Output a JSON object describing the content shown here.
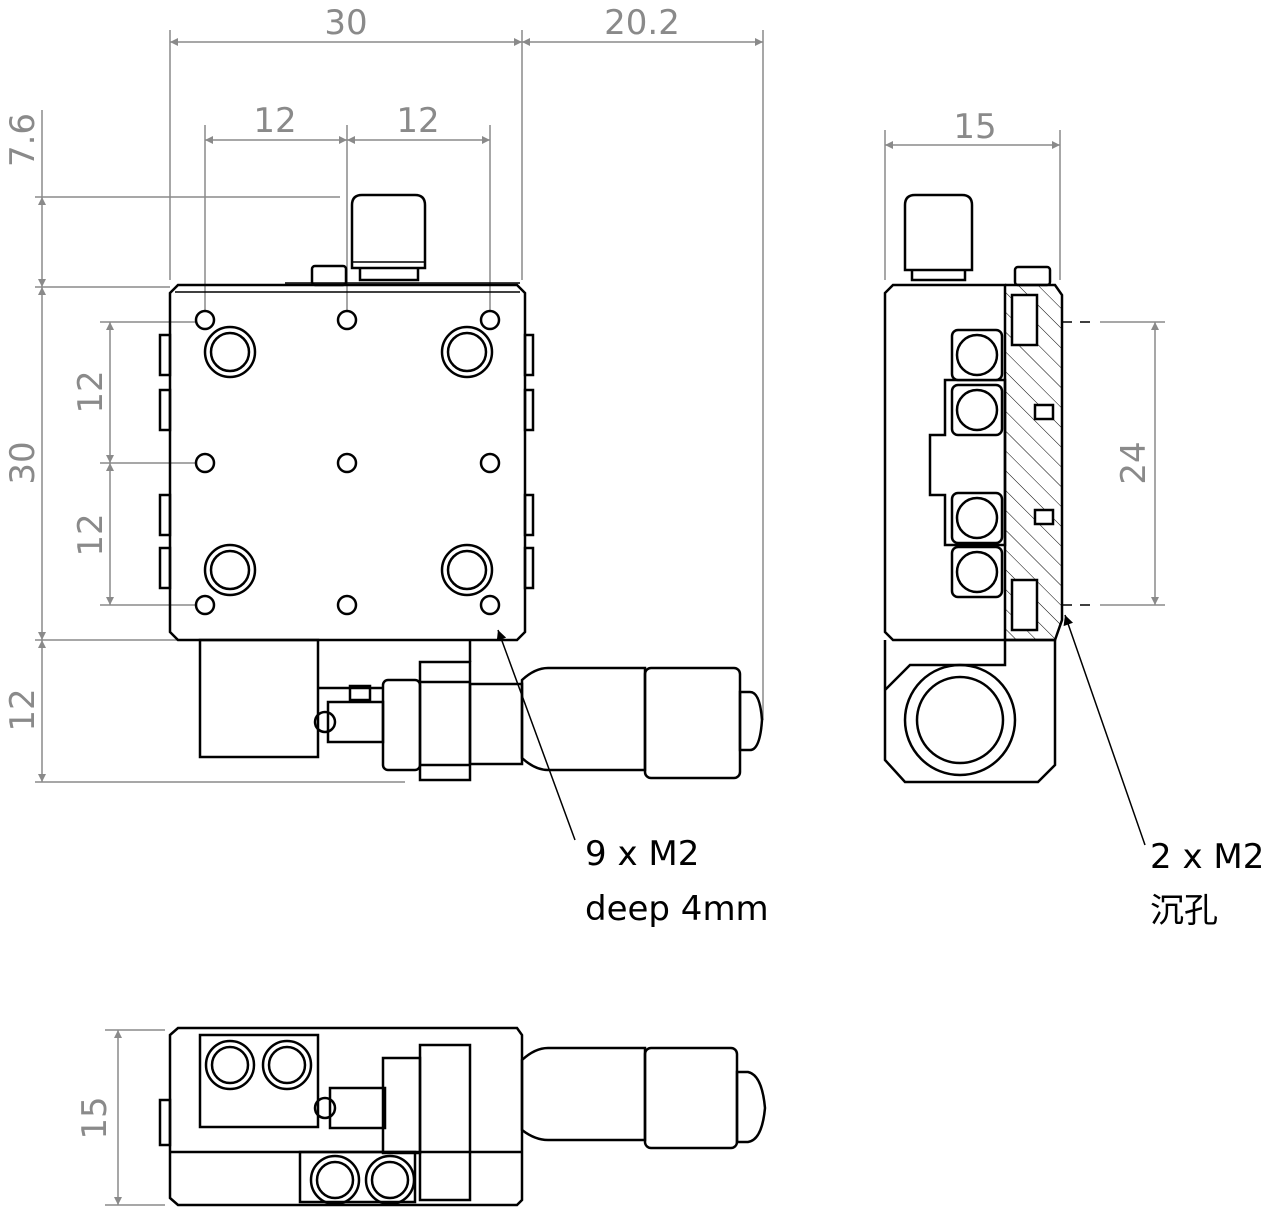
{
  "drawing": {
    "front_view": {
      "dims": {
        "width_top": "30",
        "micrometer_extent": "20.2",
        "hole_spacing_left": "12",
        "hole_spacing_right": "12",
        "knob_height": "7.6",
        "body_height": "30",
        "hole_spacing_upper": "12",
        "hole_spacing_lower": "12",
        "bottom_extent": "12"
      },
      "callout": {
        "line1": "9 x M2",
        "line2": "deep 4mm"
      }
    },
    "side_view": {
      "dims": {
        "depth": "15",
        "hole_spacing": "24"
      },
      "callout": {
        "line1": "2 x M2",
        "line2": "沉孔"
      }
    },
    "bottom_view": {
      "dims": {
        "height": "15"
      }
    }
  }
}
